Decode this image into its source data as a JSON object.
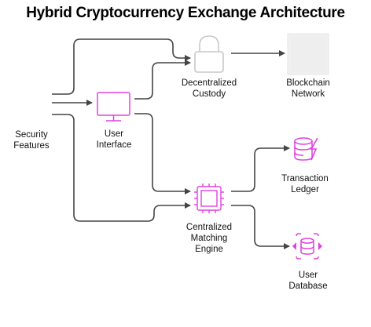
{
  "title": "Hybrid Cryptocurrency Exchange Architecture",
  "nodes": {
    "security": {
      "line1": "Security",
      "line2": "Features",
      "icon": ""
    },
    "user_interface": {
      "line1": "User",
      "line2": "Interface",
      "icon": "monitor-icon"
    },
    "custody": {
      "line1": "Decentralized",
      "line2": "Custody",
      "icon": "lock-icon"
    },
    "blockchain": {
      "line1": "Blockchain",
      "line2": "Network",
      "icon": "blank-box-icon"
    },
    "matching": {
      "line1": "Centralized",
      "line2": "Matching",
      "line3": "Engine",
      "icon": "cpu-chip-icon"
    },
    "ledger": {
      "line1": "Transaction",
      "line2": "Ledger",
      "icon": "database-lightning-icon"
    },
    "database": {
      "line1": "User",
      "line2": "Database",
      "icon": "database-sync-icon"
    }
  },
  "colors": {
    "accent": "#e040e0",
    "edge": "#444444",
    "lock": "#c8c8c8",
    "box": "#eeeeee"
  }
}
